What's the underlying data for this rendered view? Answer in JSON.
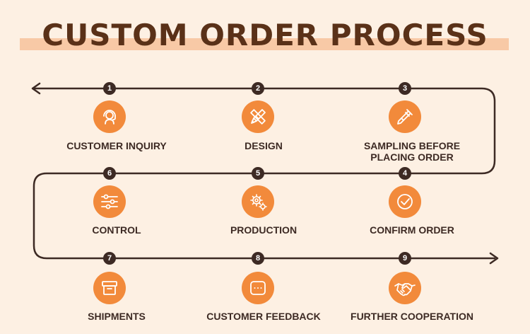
{
  "title": "CUSTOM ORDER PROCESS",
  "colors": {
    "accent": "#f28a3b",
    "line": "#3d2a24",
    "title": "#5a3118",
    "band": "#f8c9a6",
    "background": "#fdf0e3"
  },
  "steps": [
    {
      "number": "1",
      "label": "CUSTOMER INQUIRY",
      "icon": "customer-service-icon"
    },
    {
      "number": "2",
      "label": "DESIGN",
      "icon": "ruler-pencil-icon"
    },
    {
      "number": "3",
      "label": "SAMPLING BEFORE PLACING ORDER",
      "icon": "dropper-icon"
    },
    {
      "number": "4",
      "label": "CONFIRM ORDER",
      "icon": "check-icon"
    },
    {
      "number": "5",
      "label": "PRODUCTION",
      "icon": "gears-icon"
    },
    {
      "number": "6",
      "label": "CONTROL",
      "icon": "sliders-icon"
    },
    {
      "number": "7",
      "label": "SHIPMENTS",
      "icon": "box-icon"
    },
    {
      "number": "8",
      "label": "CUSTOMER FEEDBACK",
      "icon": "chat-icon"
    },
    {
      "number": "9",
      "label": "FURTHER COOPERATION",
      "icon": "handshake-icon"
    }
  ]
}
